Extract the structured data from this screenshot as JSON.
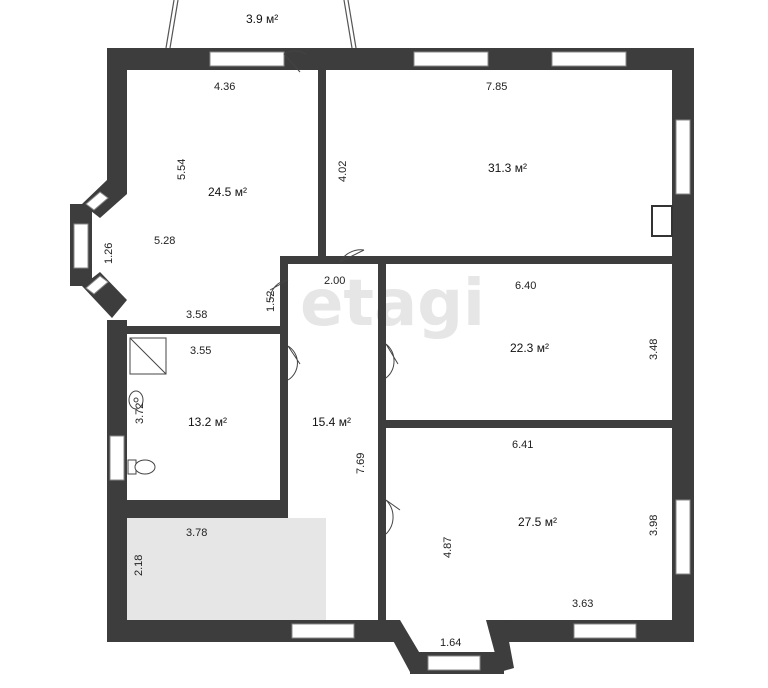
{
  "watermark": "etagi",
  "colors": {
    "wall": "#3d3d3d",
    "window": "#ffffff",
    "terrace": "#e6e6e6",
    "background": "#ffffff"
  },
  "balcony": {
    "area": "3.9 м²"
  },
  "rooms": {
    "bedroom_left": {
      "area": "24.5 м²",
      "dims": [
        "4.36",
        "5.54",
        "5.28",
        "1.26",
        "3.58"
      ]
    },
    "living": {
      "area": "31.3 м²",
      "dims": [
        "7.85",
        "4.02"
      ]
    },
    "hall": {
      "area": "15.4 м²",
      "dims": [
        "2.00",
        "1.52",
        "7.69"
      ]
    },
    "room_mid": {
      "area": "22.3 м²",
      "dims": [
        "6.40",
        "3.48"
      ]
    },
    "bathroom": {
      "area": "13.2 м²",
      "dims": [
        "3.55",
        "3.72"
      ]
    },
    "room_bottom": {
      "area": "27.5 м²",
      "dims": [
        "6.41",
        "3.98",
        "4.87",
        "3.63",
        "1.64"
      ]
    },
    "terrace": {
      "dims": [
        "3.78",
        "2.18"
      ]
    }
  },
  "icons": [
    "shower-icon",
    "sink-icon",
    "toilet-icon",
    "fireplace-icon"
  ]
}
